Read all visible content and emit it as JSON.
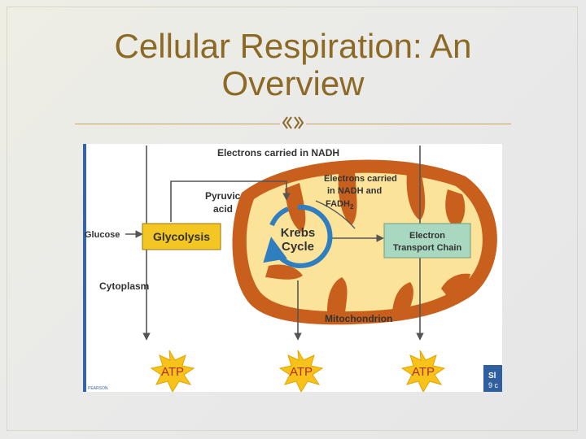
{
  "slide": {
    "title_line1": "Cellular Respiration: An",
    "title_line2": "Overview"
  },
  "diagram": {
    "labels": {
      "nadh_top": "Electrons carried in NADH",
      "nadh_fadh_line1": "Electrons carried",
      "nadh_fadh_line2": "in NADH and",
      "fadh_base": "FADH",
      "fadh_sub": "2",
      "pyruvic_line1": "Pyruvic",
      "pyruvic_line2": "acid",
      "glucose": "Glucose",
      "glycolysis": "Glycolysis",
      "krebs_line1": "Krebs",
      "krebs_line2": "Cycle",
      "etc_line1": "Electron",
      "etc_line2": "Transport Chain",
      "cytoplasm": "Cytoplasm",
      "mitochondrion": "Mitochondrion",
      "atp_1": "ATP",
      "atp_2": "ATP",
      "atp_3": "ATP",
      "corner_logo": "PEARSON",
      "corner_right_1": "Sl",
      "corner_right_2": "9 c"
    },
    "colors": {
      "membrane": "#c85f1c",
      "matrix": "#fbe39a",
      "glycolysis_box": "#f4c623",
      "etc_box": "#a9d8c0",
      "krebs_cycle": "#2f7fc0",
      "atp_burst": "#f7c21a",
      "title": "#8c6a26"
    }
  }
}
